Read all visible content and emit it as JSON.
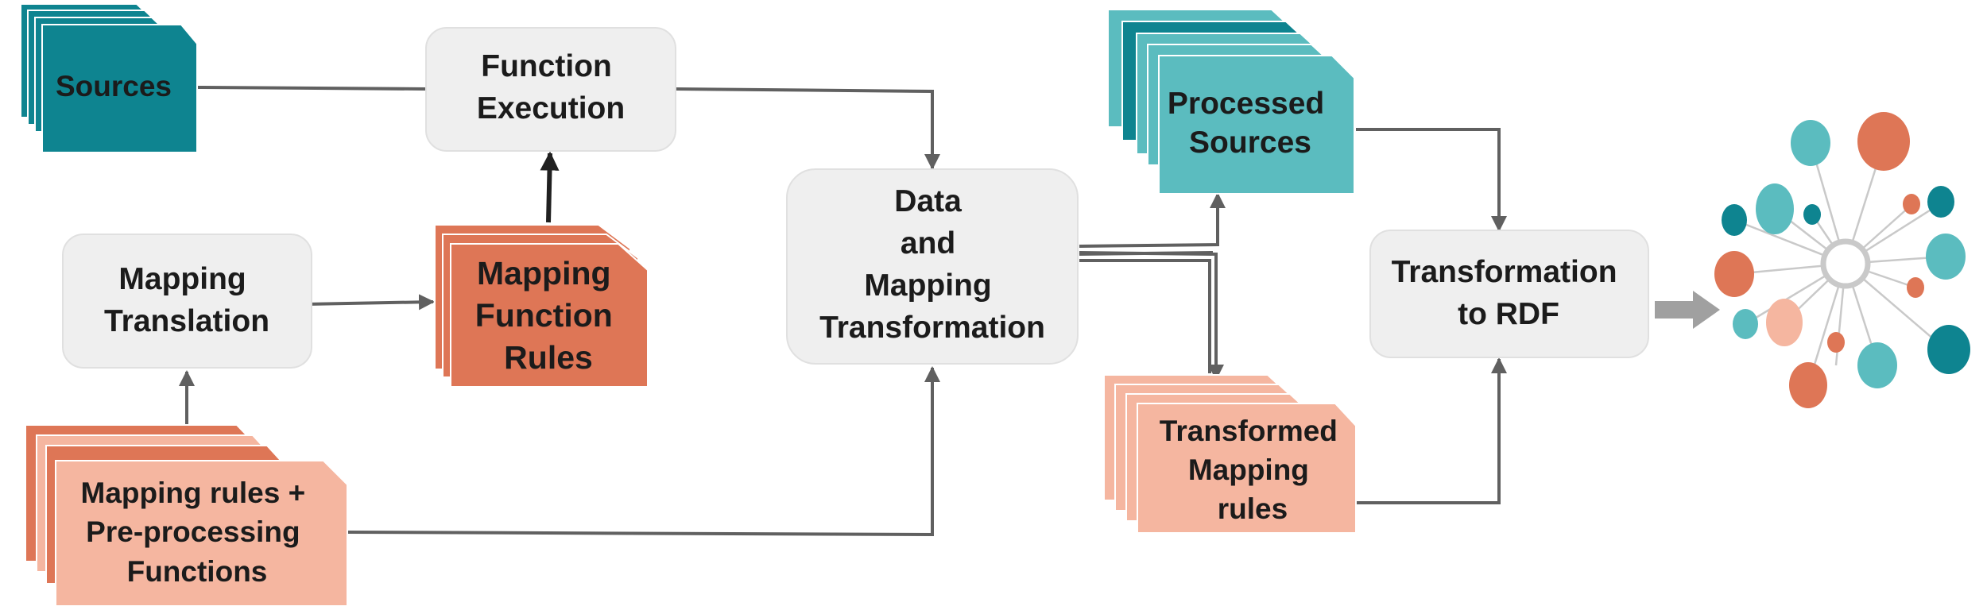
{
  "colors": {
    "process_fill": "#efefef",
    "sources": "#0e8490",
    "processed_sources": "#5bbcbf",
    "mapping_function_rules": "#de7656",
    "mapping_rules": "#f5b6a0",
    "transformed_mapping_rules": "#f5b6a0",
    "edge": "#606060",
    "big_arrow": "#a0a0a0"
  },
  "nodes": {
    "sources": {
      "lines": [
        "Sources"
      ]
    },
    "function_execution": {
      "lines": [
        "Function",
        "Execution"
      ]
    },
    "mapping_translation": {
      "lines": [
        "Mapping",
        "Translation"
      ]
    },
    "mapping_function_rules": {
      "lines": [
        "Mapping",
        "Function",
        "Rules"
      ]
    },
    "mapping_rules": {
      "lines": [
        "Mapping rules +",
        "Pre-processing",
        "Functions"
      ]
    },
    "data_mapping_transformation": {
      "lines": [
        "Data",
        "and",
        "Mapping",
        "Transformation"
      ]
    },
    "processed_sources": {
      "lines": [
        "Processed",
        "Sources"
      ]
    },
    "transformed_mapping_rules": {
      "lines": [
        "Transformed",
        "Mapping",
        "rules"
      ]
    },
    "transformation_rdf": {
      "lines": [
        "Transformation",
        "to RDF"
      ]
    }
  },
  "rdf_graph": {
    "icon": "knowledge-graph-icon"
  }
}
